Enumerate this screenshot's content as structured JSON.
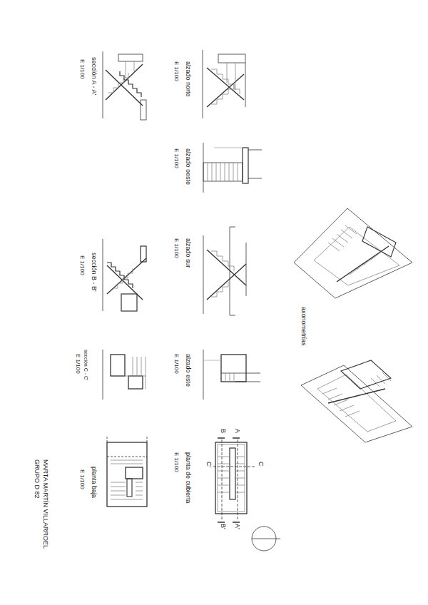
{
  "diagram": {
    "labels": [
      "alzado norte",
      "E 1/100",
      "alzado oeste",
      "E 1/100",
      "alzado sur",
      "E 1/100",
      "alzado este",
      "E 1/100",
      "planta de cubierta",
      "E 1/100",
      "sección A - A'",
      "E 1/100",
      "sección B - B'",
      "E 1/100",
      "sección C - C'",
      "E 1/100",
      "planta baja",
      "E 1/100",
      "axonometrías",
      "A",
      "B",
      "C",
      "C'",
      "A'",
      "B'",
      "MARTA MARTÍN VILLARROEL",
      "GRUPO D 82"
    ]
  }
}
